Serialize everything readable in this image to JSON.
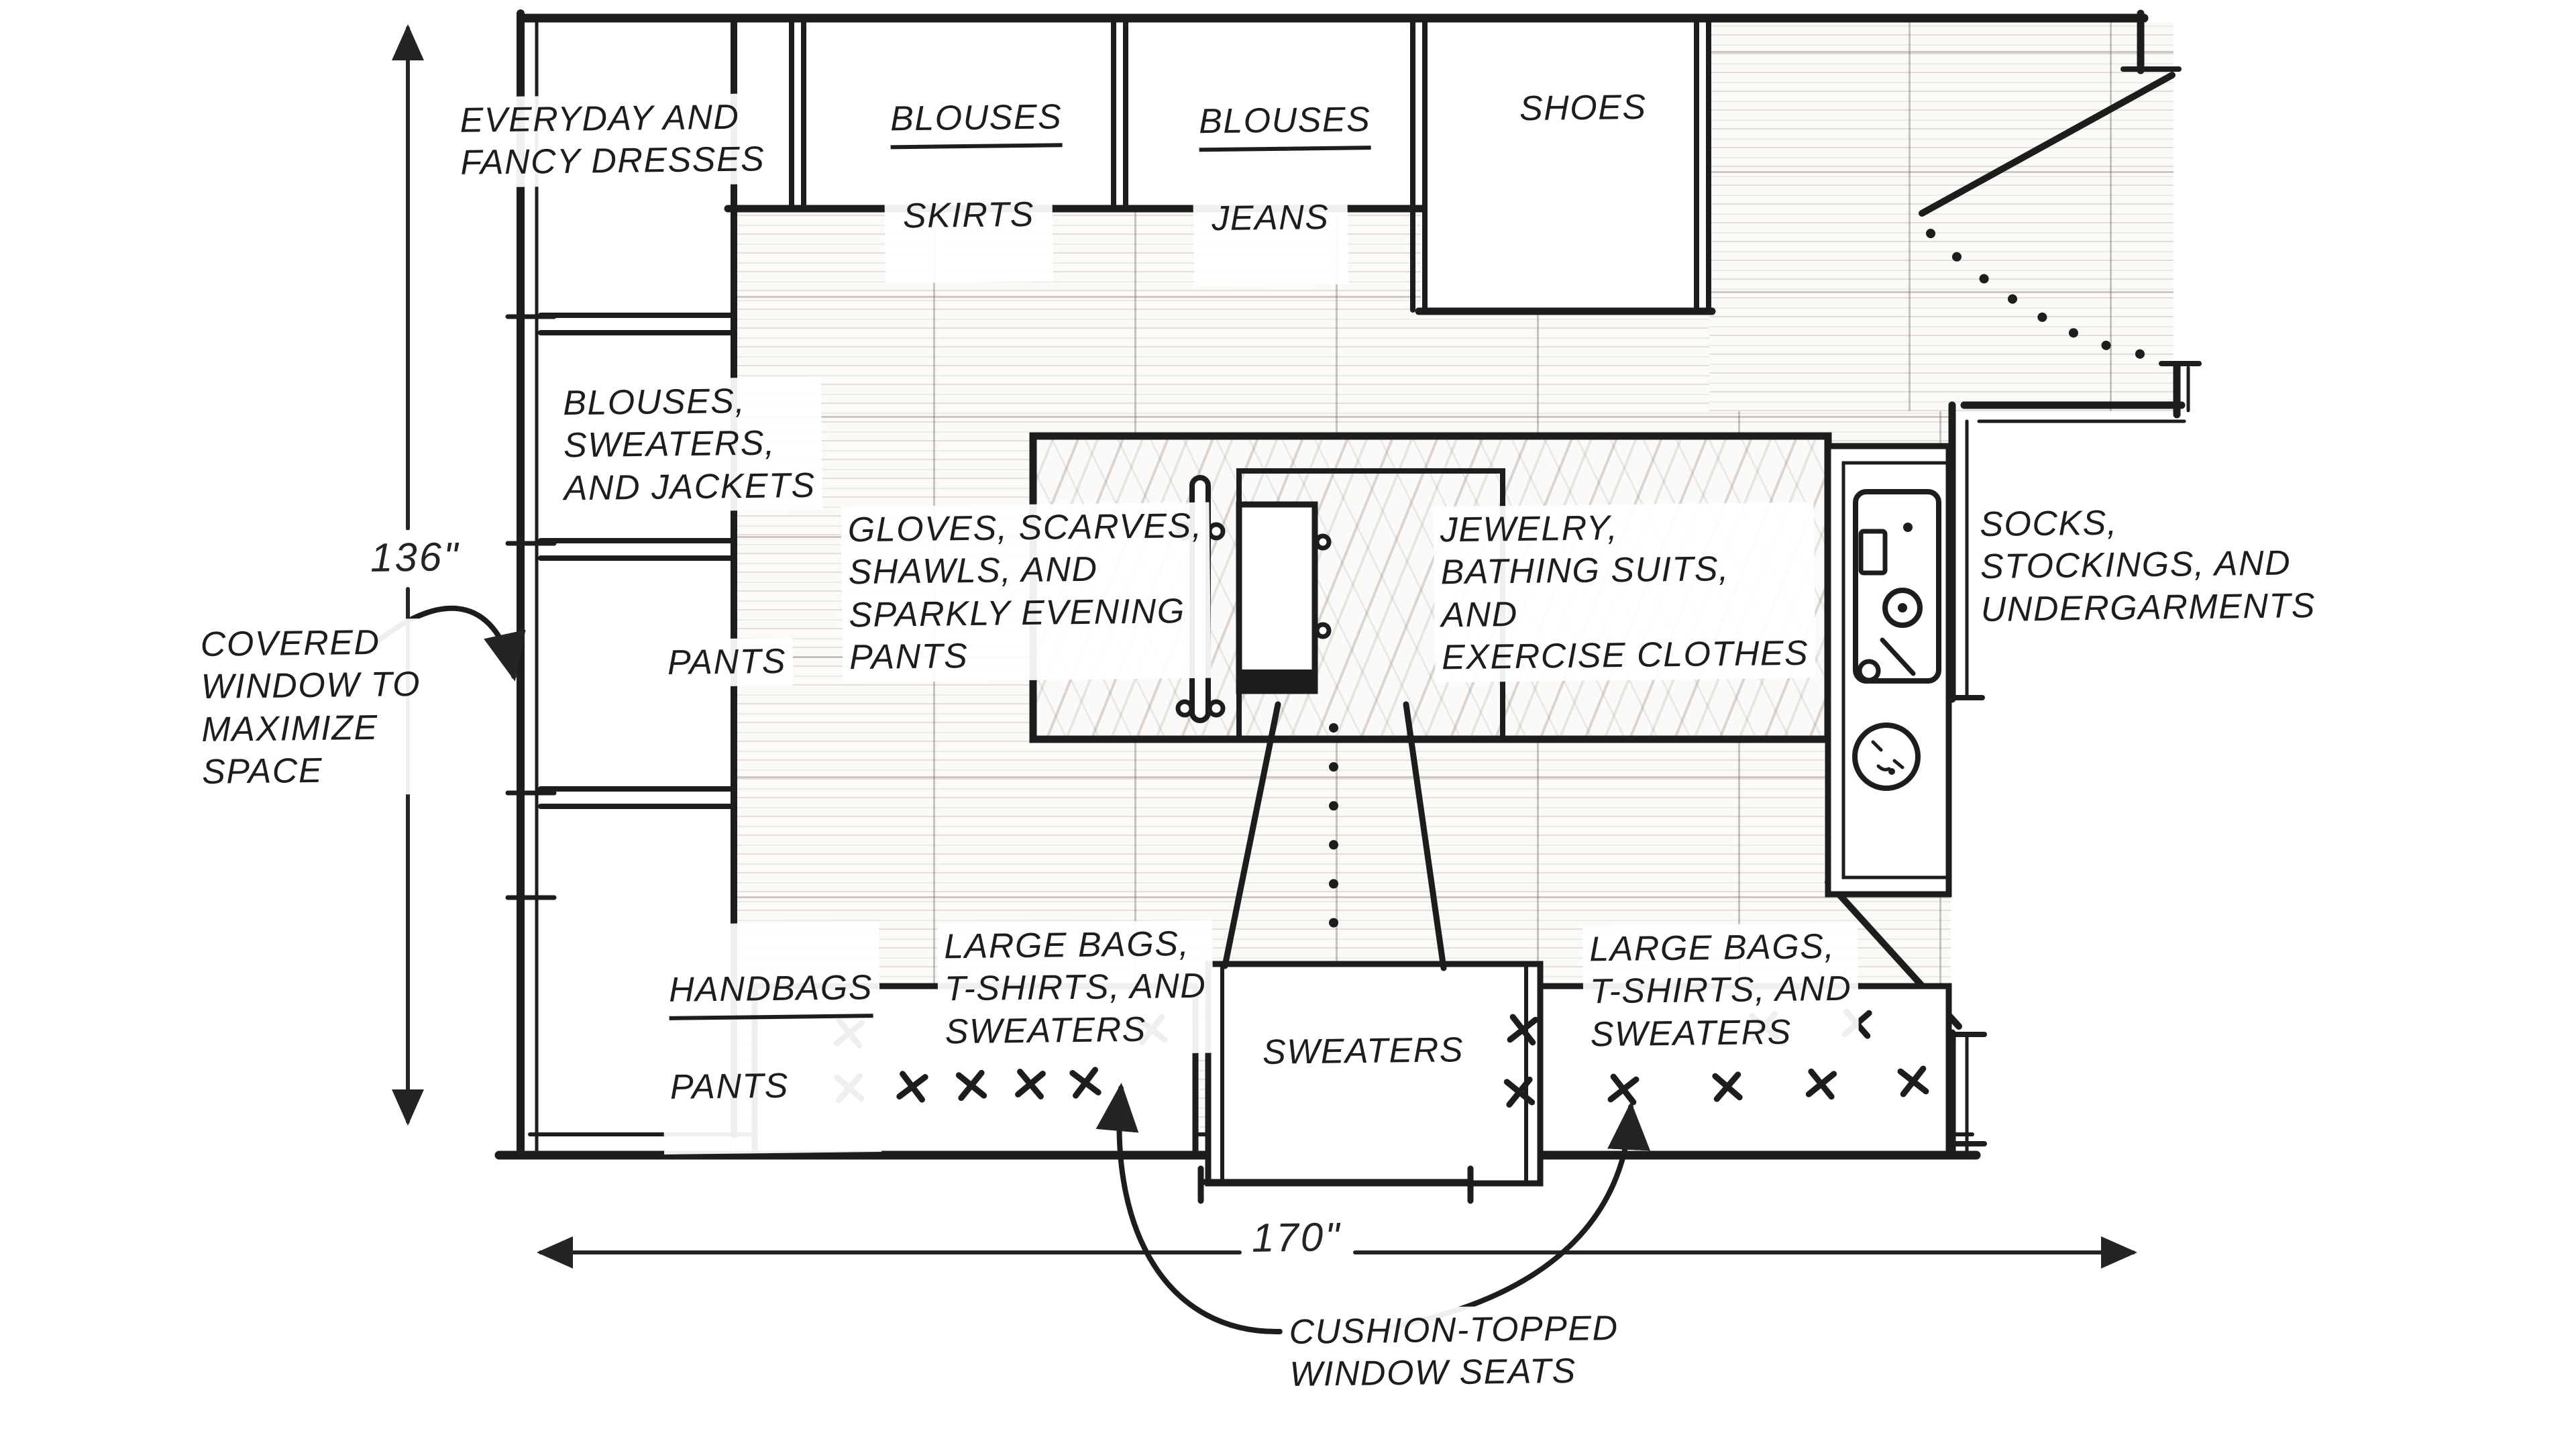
{
  "figure": {
    "type": "hand-drawn closet floor plan",
    "ink_color": "#1d1d1d",
    "paper_color": "#ffffff"
  },
  "dimensions": {
    "height_label": "136\"",
    "width_label": "170\""
  },
  "annotations": {
    "covered_window": "COVERED\nWINDOW TO\nMAXIMIZE\nSPACE",
    "cushion_seats": "CUSHION-TOPPED\nWINDOW SEATS"
  },
  "left_wall_closets": [
    {
      "label": "EVERYDAY AND\nFANCY DRESSES"
    },
    {
      "label": "BLOUSES,\nSWEATERS,\nAND JACKETS"
    },
    {
      "label": "PANTS"
    },
    {
      "label_top": "HANDBAGS",
      "label_bottom": "PANTS"
    }
  ],
  "top_wall_closets": [
    {
      "label_top": "BLOUSES",
      "label_bottom": "SKIRTS"
    },
    {
      "label_top": "BLOUSES",
      "label_bottom": "JEANS"
    },
    {
      "label": "SHOES"
    }
  ],
  "island": {
    "left_label": "GLOVES, SCARVES,\nSHAWLS, AND\nSPARKLY EVENING\nPANTS",
    "right_label": "JEWELRY,\nBATHING SUITS,\nAND\nEXERCISE CLOTHES"
  },
  "dresser": {
    "label": "SOCKS,\nSTOCKINGS, AND\nUNDERGARMENTS"
  },
  "window_seats": {
    "left_label": "LARGE BAGS,\nT-SHIRTS, AND\nSWEATERS",
    "center_label": "SWEATERS",
    "right_label": "LARGE BAGS,\nT-SHIRTS, AND\nSWEATERS"
  }
}
